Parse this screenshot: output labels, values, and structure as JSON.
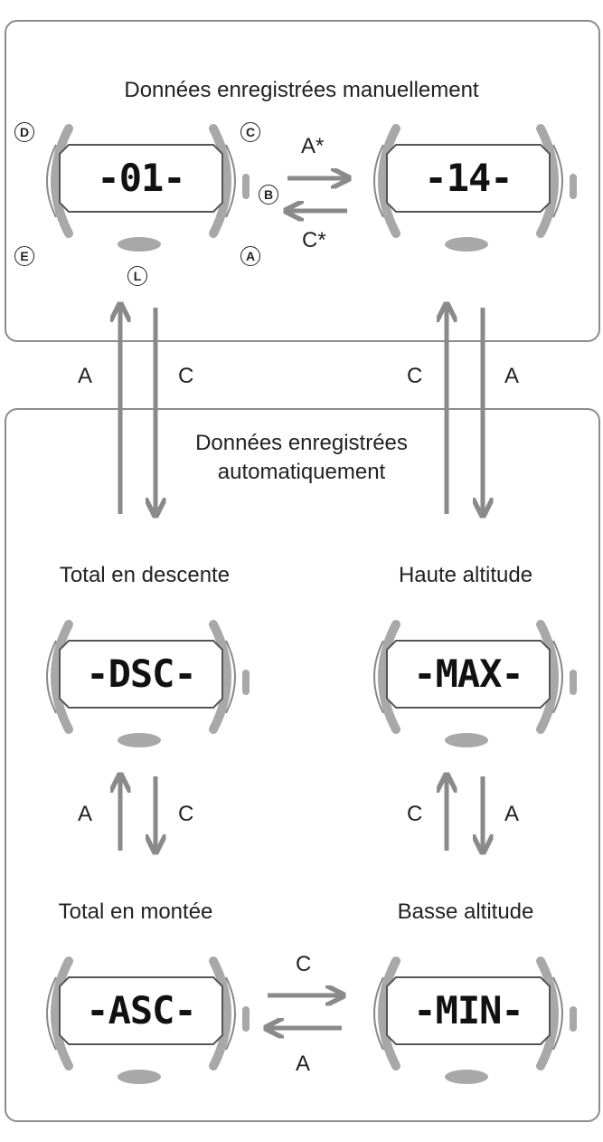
{
  "sections": {
    "manual_title": "Données enregistrées manuellement",
    "auto_title_line1": "Données enregistrées",
    "auto_title_line2": "automatiquement"
  },
  "displays": {
    "manual_01": "-01-",
    "manual_14": "-14-",
    "dsc": "-DSC-",
    "max": "-MAX-",
    "asc": "-ASC-",
    "min": "-MIN-"
  },
  "captions": {
    "dsc": "Total en descente",
    "max": "Haute altitude",
    "asc": "Total en montée",
    "min": "Basse altitude"
  },
  "buttons": {
    "a": "A",
    "b": "B",
    "c": "C",
    "d": "D",
    "e": "E",
    "l": "L"
  },
  "arrow_labels": {
    "a_star": "A*",
    "c_star": "C*",
    "a": "A",
    "c": "C"
  },
  "colors": {
    "arrow": "#8a8a8a",
    "watch_gray": "#a8a8a8",
    "panel_border": "#8c8c8c"
  }
}
